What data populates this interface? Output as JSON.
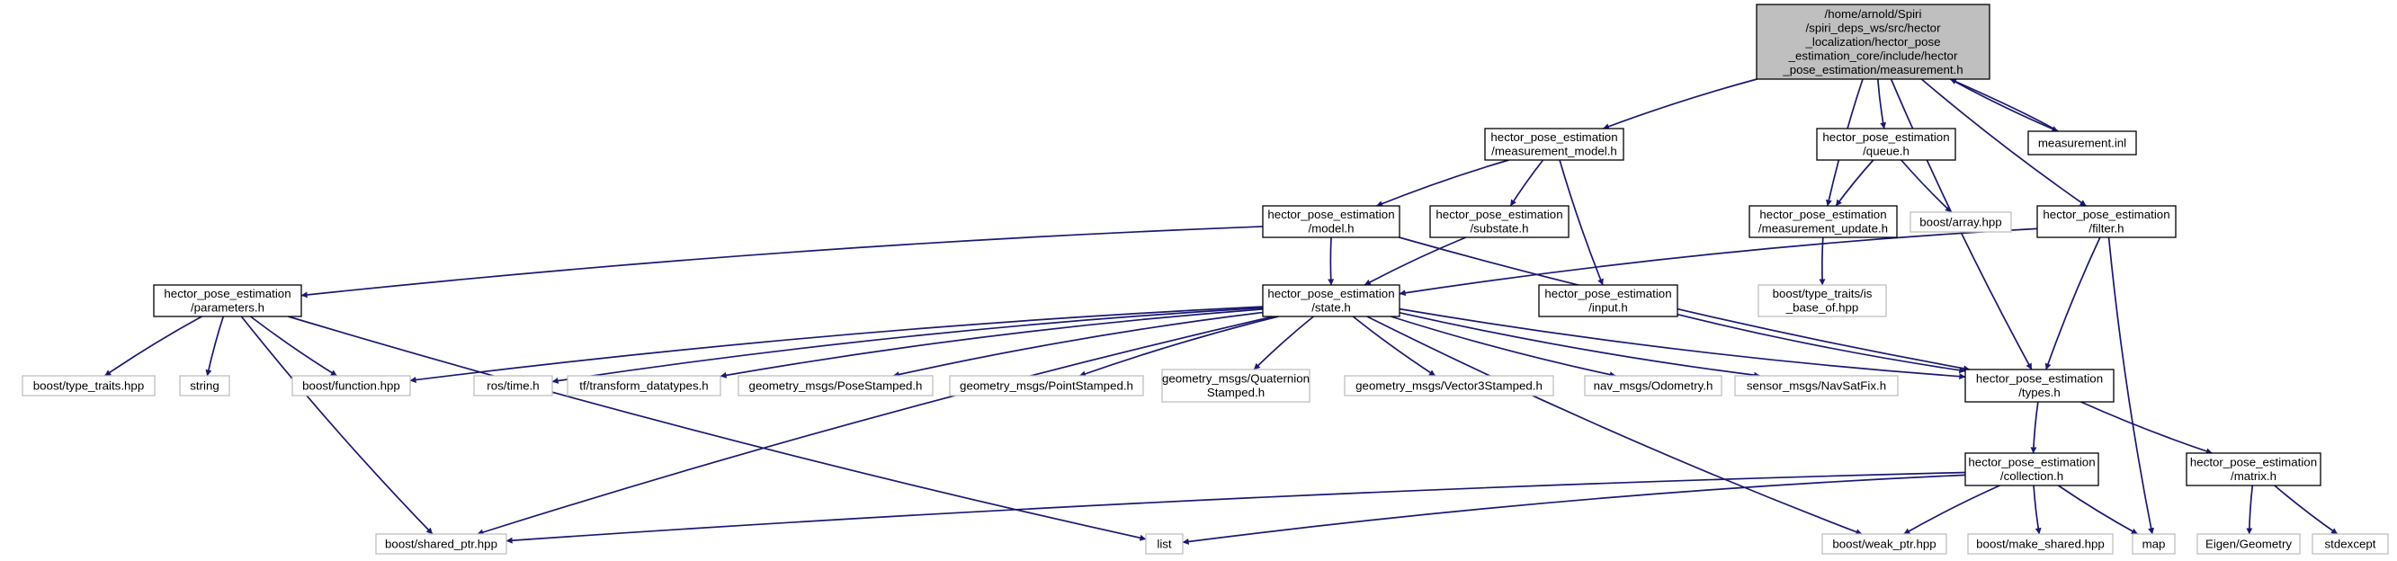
{
  "nodes": [
    {
      "id": "root",
      "lines": [
        "/home/arnold/Spiri",
        "/spiri_deps_ws/src/hector",
        "_localization/hector_pose",
        "_estimation_core/include/hector",
        "_pose_estimation/measurement.h"
      ],
      "style": "root"
    },
    {
      "id": "measurement_model",
      "lines": [
        "hector_pose_estimation",
        "/measurement_model.h"
      ],
      "style": "documented"
    },
    {
      "id": "queue",
      "lines": [
        "hector_pose_estimation",
        "/queue.h"
      ],
      "style": "documented"
    },
    {
      "id": "measurement_inl",
      "lines": [
        "measurement.inl"
      ],
      "style": "documented"
    },
    {
      "id": "model",
      "lines": [
        "hector_pose_estimation",
        "/model.h"
      ],
      "style": "documented"
    },
    {
      "id": "substate",
      "lines": [
        "hector_pose_estimation",
        "/substate.h"
      ],
      "style": "documented"
    },
    {
      "id": "measurement_update",
      "lines": [
        "hector_pose_estimation",
        "/measurement_update.h"
      ],
      "style": "documented"
    },
    {
      "id": "boost_array",
      "lines": [
        "boost/array.hpp"
      ],
      "style": "external"
    },
    {
      "id": "filter",
      "lines": [
        "hector_pose_estimation",
        "/filter.h"
      ],
      "style": "documented"
    },
    {
      "id": "parameters",
      "lines": [
        "hector_pose_estimation",
        "/parameters.h"
      ],
      "style": "documented"
    },
    {
      "id": "state",
      "lines": [
        "hector_pose_estimation",
        "/state.h"
      ],
      "style": "documented"
    },
    {
      "id": "input",
      "lines": [
        "hector_pose_estimation",
        "/input.h"
      ],
      "style": "documented"
    },
    {
      "id": "is_base_of",
      "lines": [
        "boost/type_traits/is",
        "_base_of.hpp"
      ],
      "style": "external"
    },
    {
      "id": "type_traits",
      "lines": [
        "boost/type_traits.hpp"
      ],
      "style": "external"
    },
    {
      "id": "string",
      "lines": [
        "string"
      ],
      "style": "external"
    },
    {
      "id": "boost_function",
      "lines": [
        "boost/function.hpp"
      ],
      "style": "external"
    },
    {
      "id": "ros_time",
      "lines": [
        "ros/time.h"
      ],
      "style": "external"
    },
    {
      "id": "tf_types",
      "lines": [
        "tf/transform_datatypes.h"
      ],
      "style": "external"
    },
    {
      "id": "pose_stamped",
      "lines": [
        "geometry_msgs/PoseStamped.h"
      ],
      "style": "external"
    },
    {
      "id": "point_stamped",
      "lines": [
        "geometry_msgs/PointStamped.h"
      ],
      "style": "external"
    },
    {
      "id": "quat_stamped",
      "lines": [
        "geometry_msgs/Quaternion",
        "Stamped.h"
      ],
      "style": "external"
    },
    {
      "id": "vec3_stamped",
      "lines": [
        "geometry_msgs/Vector3Stamped.h"
      ],
      "style": "external"
    },
    {
      "id": "odometry",
      "lines": [
        "nav_msgs/Odometry.h"
      ],
      "style": "external"
    },
    {
      "id": "navsatfix",
      "lines": [
        "sensor_msgs/NavSatFix.h"
      ],
      "style": "external"
    },
    {
      "id": "types",
      "lines": [
        "hector_pose_estimation",
        "/types.h"
      ],
      "style": "documented"
    },
    {
      "id": "collection",
      "lines": [
        "hector_pose_estimation",
        "/collection.h"
      ],
      "style": "documented"
    },
    {
      "id": "matrix",
      "lines": [
        "hector_pose_estimation",
        "/matrix.h"
      ],
      "style": "documented"
    },
    {
      "id": "shared_ptr",
      "lines": [
        "boost/shared_ptr.hpp"
      ],
      "style": "external"
    },
    {
      "id": "list",
      "lines": [
        "list"
      ],
      "style": "external"
    },
    {
      "id": "weak_ptr",
      "lines": [
        "boost/weak_ptr.hpp"
      ],
      "style": "external"
    },
    {
      "id": "make_shared",
      "lines": [
        "boost/make_shared.hpp"
      ],
      "style": "external"
    },
    {
      "id": "map",
      "lines": [
        "map"
      ],
      "style": "external"
    },
    {
      "id": "eigen",
      "lines": [
        "Eigen/Geometry"
      ],
      "style": "external"
    },
    {
      "id": "stdexcept",
      "lines": [
        "stdexcept"
      ],
      "style": "external"
    }
  ],
  "edges": [
    {
      "from": "root",
      "to": "measurement_model"
    },
    {
      "from": "root",
      "to": "queue"
    },
    {
      "from": "root",
      "to": "measurement_inl"
    },
    {
      "from": "root",
      "to": "measurement_update"
    },
    {
      "from": "root",
      "to": "filter"
    },
    {
      "from": "root",
      "to": "types"
    },
    {
      "from": "measurement_inl",
      "to": "root"
    },
    {
      "from": "measurement_model",
      "to": "model"
    },
    {
      "from": "measurement_model",
      "to": "substate"
    },
    {
      "from": "measurement_model",
      "to": "input"
    },
    {
      "from": "queue",
      "to": "measurement_update"
    },
    {
      "from": "queue",
      "to": "boost_array"
    },
    {
      "from": "measurement_update",
      "to": "is_base_of"
    },
    {
      "from": "filter",
      "to": "state"
    },
    {
      "from": "filter",
      "to": "types"
    },
    {
      "from": "filter",
      "to": "map"
    },
    {
      "from": "model",
      "to": "parameters"
    },
    {
      "from": "model",
      "to": "state"
    },
    {
      "from": "model",
      "to": "types"
    },
    {
      "from": "substate",
      "to": "state"
    },
    {
      "from": "input",
      "to": "types"
    },
    {
      "from": "parameters",
      "to": "type_traits"
    },
    {
      "from": "parameters",
      "to": "string"
    },
    {
      "from": "parameters",
      "to": "boost_function"
    },
    {
      "from": "parameters",
      "to": "shared_ptr"
    },
    {
      "from": "parameters",
      "to": "list"
    },
    {
      "from": "state",
      "to": "boost_function"
    },
    {
      "from": "state",
      "to": "ros_time"
    },
    {
      "from": "state",
      "to": "tf_types"
    },
    {
      "from": "state",
      "to": "pose_stamped"
    },
    {
      "from": "state",
      "to": "point_stamped"
    },
    {
      "from": "state",
      "to": "quat_stamped"
    },
    {
      "from": "state",
      "to": "vec3_stamped"
    },
    {
      "from": "state",
      "to": "odometry"
    },
    {
      "from": "state",
      "to": "navsatfix"
    },
    {
      "from": "state",
      "to": "shared_ptr"
    },
    {
      "from": "state",
      "to": "weak_ptr"
    },
    {
      "from": "state",
      "to": "types"
    },
    {
      "from": "types",
      "to": "collection"
    },
    {
      "from": "types",
      "to": "matrix"
    },
    {
      "from": "collection",
      "to": "shared_ptr"
    },
    {
      "from": "collection",
      "to": "list"
    },
    {
      "from": "collection",
      "to": "weak_ptr"
    },
    {
      "from": "collection",
      "to": "make_shared"
    },
    {
      "from": "collection",
      "to": "map"
    },
    {
      "from": "matrix",
      "to": "eigen"
    },
    {
      "from": "matrix",
      "to": "stdexcept"
    }
  ],
  "colors": {
    "root_fill": "#bfbfbf",
    "documented_border": "#000000",
    "external_border": "#bfbfbf",
    "edge": "#191970",
    "text": "#000000"
  }
}
